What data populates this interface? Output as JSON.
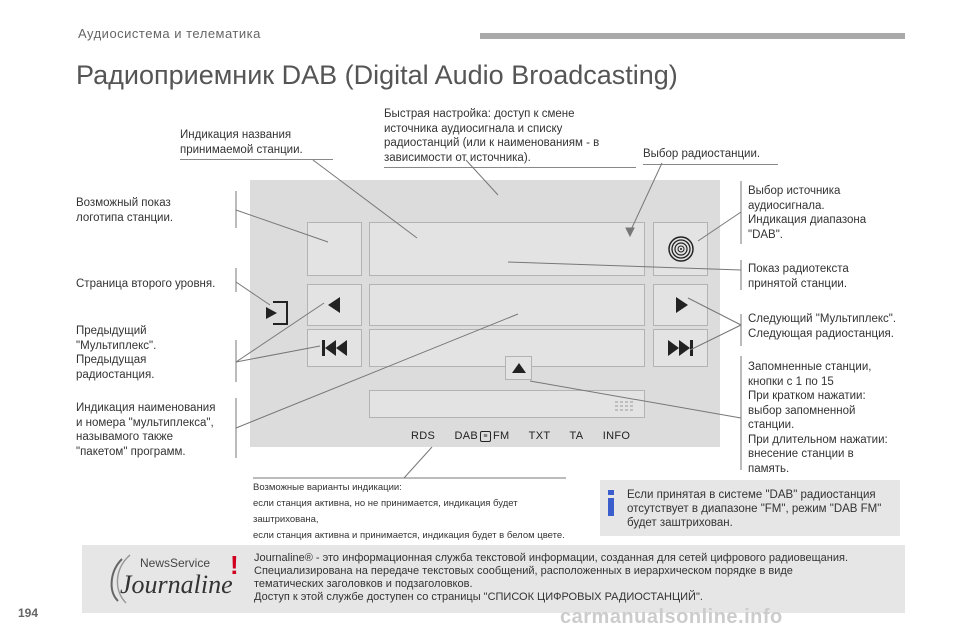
{
  "header": {
    "section": "Аудиосистема и телематика"
  },
  "title": "Радиоприемник DAB (Digital Audio Broadcasting)",
  "callouts": {
    "station_name": [
      "Индикация названия",
      "принимаемой станции."
    ],
    "quick_tune": [
      "Быстрая настройка: доступ к смене",
      "источника аудиосигнала и списку",
      "радиостанций (или к наименованиям - в",
      "зависимости от источника)."
    ],
    "station_select": [
      "Выбор радиостанции."
    ],
    "logo_display": [
      "Возможный показ",
      "логотипа станции."
    ],
    "source_select": [
      "Выбор источника",
      "аудиосигнала.",
      "Индикация диапазона",
      "\"DAB\"."
    ],
    "second_level": [
      "Страница второго уровня."
    ],
    "radiotext": [
      "Показ радиотекста",
      "принятой станции."
    ],
    "previous": [
      "Предыдущий",
      "\"Мультиплекс\".",
      "Предыдущая",
      "радиостанция."
    ],
    "next": [
      "Следующий \"Мультиплекс\".",
      "Следующая радиостанция."
    ],
    "multiplex_name": [
      "Индикация наименования",
      "и номера \"мультиплекса\",",
      "называмого также",
      "\"пакетом\" программ."
    ],
    "presets": [
      "Запомненные станции,",
      "кнопки с 1 по 15",
      "При кратком нажатии:",
      "выбор запомненной",
      "станции.",
      "При длительном нажатии:",
      "внесение станции в",
      "память."
    ]
  },
  "menu": {
    "rds": "RDS",
    "dab": "DAB",
    "fm": "FM",
    "txt": "TXT",
    "ta": "TA",
    "info": "INFO"
  },
  "note": [
    "Возможные варианты индикации:",
    "если станция активна, но не принимается, индикация будет",
    "заштрихована,",
    "если станция активна и принимается, индикация будет в белом цвете."
  ],
  "info_box": "Если принятая в системе \"DAB\" радиостанция отсутствует в диапазоне \"FM\", режим \"DAB FM\" будет заштрихован.",
  "journaline": {
    "logo_top": "NewsService",
    "logo_main": "Journaline",
    "lines": [
      "Journaline® - это информационная служба текстовой информации, созданная для сетей цифрового радиовещания.",
      "Специализирована на передаче текстовых сообщений, расположенных в иерархическом порядке в виде",
      "тематических заголовков и подзаголовков.",
      "Доступ к этой службе доступен со страницы \"СПИСОК ЦИФРОВЫХ РАДИОСТАНЦИЙ\"."
    ]
  },
  "page_number": "194",
  "watermark": "carmanualsonline.info",
  "colors": {
    "accent": "#3a5fcd",
    "warning": "#d2001f",
    "screen": "#dcdcdc"
  }
}
